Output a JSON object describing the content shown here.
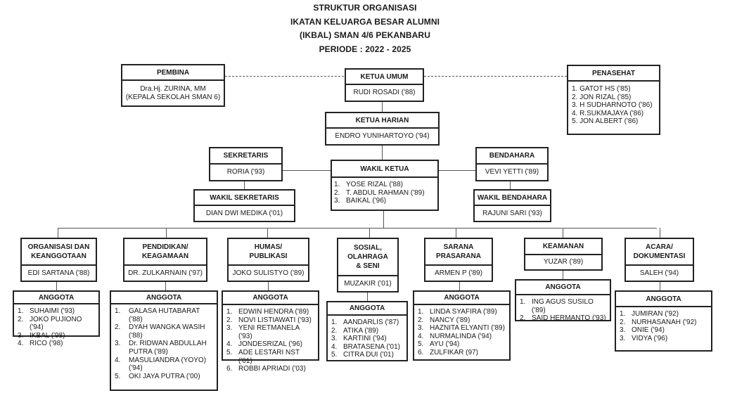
{
  "title": {
    "line1": "STRUKTUR ORGANISASI",
    "line2": "IKATAN KELUARGA BESAR ALUMNI",
    "line3": "(IKBAL) SMAN 4/6 PEKANBARU",
    "line4": "PERIODE : 2022 - 2025"
  },
  "pembina": {
    "title": "PEMBINA",
    "name1": "Dra.Hj. ZURINA, MM",
    "name2": "(KEPALA SEKOLAH SMAN 6)"
  },
  "ketua_umum": {
    "title": "KETUA UMUM",
    "name": "RUDI ROSADI ('88)"
  },
  "penasehat": {
    "title": "PENASEHAT",
    "members": [
      "1. GATOT HS ('85)",
      "2. JON RIZAL ('85)",
      "3. H SUDHARNOTO ('86)",
      "4. R.SUKMAJAYA ('86)",
      "5. JON ALBERT ('86)"
    ]
  },
  "ketua_harian": {
    "title": "KETUA HARIAN",
    "name": "ENDRO YUNIHARTOYO ('94)"
  },
  "sekretaris": {
    "title": "SEKRETARIS",
    "name": "RORIA ('93)"
  },
  "wakil_sekretaris": {
    "title": "WAKIL SEKRETARIS",
    "name": "DIAN DWI MEDIKA ('01)"
  },
  "wakil_ketua": {
    "title": "WAKIL KETUA",
    "members": [
      {
        "num": "1.",
        "name": " YOSE RIZAL ('88)"
      },
      {
        "num": "2.",
        "name": "T. ABDUL RAHMAN ('89)"
      },
      {
        "num": "3.",
        "name": "BAIKAL ('96)"
      }
    ]
  },
  "bendahara": {
    "title": "BENDAHARA",
    "name": "VEVI YETTI ('89)"
  },
  "wakil_bendahara": {
    "title": "WAKIL BENDAHARA",
    "name": "RAJUNI SARI ('93)"
  },
  "divisions": [
    {
      "title_l1": "ORGANISASI DAN",
      "title_l2": "KEANGGOTAAN",
      "title_l3": "",
      "head": "EDI SARTANA ('88)",
      "members_title": "ANGGOTA",
      "members": [
        {
          "num": "1.",
          "name": "SUHAIMI ('93)"
        },
        {
          "num": "2.",
          "name": "JOKO PUJIONO ('94)"
        },
        {
          "num": "3.",
          "name": "IKBAL ('98)"
        },
        {
          "num": "4.",
          "name": "RICO ('98)"
        }
      ]
    },
    {
      "title_l1": "PENDIDIKAN/",
      "title_l2": "KEAGAMAAN",
      "title_l3": "",
      "head": "DR. ZULKARNAIN ('97)",
      "members_title": "ANGGOTA",
      "members": [
        {
          "num": "1.",
          "name": "GALASA HUTABARAT ('88)"
        },
        {
          "num": "2.",
          "name": "DYAH WANGKA WASIH ('88)"
        },
        {
          "num": "3.",
          "name": "Dr. RIDWAN ABDULLAH PUTRA ('89)"
        },
        {
          "num": "4.",
          "name": "MASULIANDRA (YOYO) ('94)"
        },
        {
          "num": "5.",
          "name": "OKI JAYA PUTRA ('00)"
        }
      ]
    },
    {
      "title_l1": "HUMAS/",
      "title_l2": "PUBLIKASI",
      "title_l3": "",
      "head": "JOKO SULISTYO ('89)",
      "members_title": "ANGGOTA",
      "members": [
        {
          "num": "1.",
          "name": " EDWIN HENDRA ('89)"
        },
        {
          "num": "2.",
          "name": "NOVI LISTIAWATI ('93)"
        },
        {
          "num": "3.",
          "name": "YENI RETMANELA ('93)"
        },
        {
          "num": "4.",
          "name": "JONDESRIZAL ('96)"
        },
        {
          "num": "5.",
          "name": "ADE LESTARI NST ('01)"
        },
        {
          "num": "6.",
          "name": "ROBBI APRIADI ('03)"
        }
      ]
    },
    {
      "title_l1": "SOSIAL,",
      "title_l2": "OLAHRAGA",
      "title_l3": "& SENI",
      "head": "MUZAKIR ('01)",
      "members_title": "ANGGOTA",
      "members": [
        {
          "num": "1.",
          "name": "AANDARLIS ('87)"
        },
        {
          "num": "2.",
          "name": "ATIKA ('89)"
        },
        {
          "num": "3.",
          "name": "KARTINI ('94)"
        },
        {
          "num": "4.",
          "name": "BRATASENA ('01)"
        },
        {
          "num": "5.",
          "name": "CITRA DUI ('01)"
        }
      ]
    },
    {
      "title_l1": "SARANA",
      "title_l2": "PRASARANA",
      "title_l3": "",
      "head": "ARMEN P ('89)",
      "members_title": "ANGGOTA",
      "members": [
        {
          "num": "1.",
          "name": "LINDA SYAFIRA ('89)"
        },
        {
          "num": "2.",
          "name": "NANCY ('89)"
        },
        {
          "num": "3.",
          "name": "HAZNITA ELYANTI ('89)"
        },
        {
          "num": "4.",
          "name": "NURMALINDA ('94)"
        },
        {
          "num": "5.",
          "name": "AYU ('94)"
        },
        {
          "num": "6.",
          "name": "ZULFIKAR (97)"
        }
      ]
    },
    {
      "title_l1": "KEAMANAN",
      "title_l2": "",
      "title_l3": "",
      "head": "YUZAR ('89)",
      "members_title": "ANGGOTA",
      "members": [
        {
          "num": "1.",
          "name": "ING AGUS SUSILO ('89)"
        },
        {
          "num": "2.",
          "name": "SAID HERMANTO ('93)"
        }
      ]
    },
    {
      "title_l1": "ACARA/",
      "title_l2": "DOKUMENTASI",
      "title_l3": "",
      "head": "SALEH ('94)",
      "members_title": "ANGGOTA",
      "members": [
        {
          "num": "1.",
          "name": "JUMIRAN ('92)"
        },
        {
          "num": "2.",
          "name": "NURHASANAH ('92)"
        },
        {
          "num": "3.",
          "name": "ONIE ('94)"
        },
        {
          "num": "3.",
          "name": "VIDYA  ('96)"
        }
      ]
    }
  ]
}
